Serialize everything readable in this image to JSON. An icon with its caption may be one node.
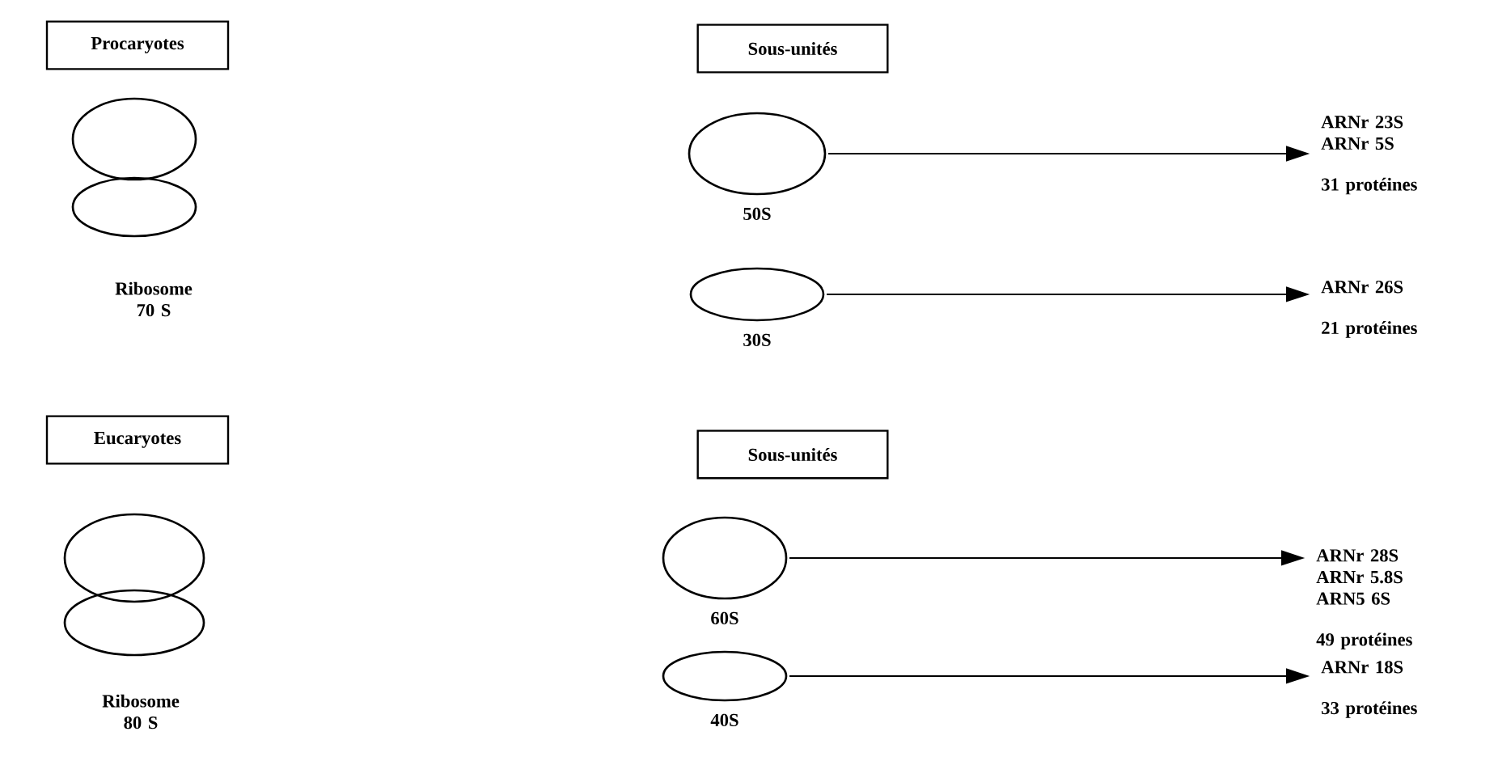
{
  "diagram": {
    "nodes": [
      {
        "text": [
          "Procaryotes"
        ]
      },
      {
        "text": [],
        "shape": "ellipse"
      },
      {
        "text": [],
        "shape": "ellipse"
      },
      {
        "text": [
          "Sous-unités"
        ]
      },
      {
        "text": [],
        "shape": "ellipse",
        "beside": [
          "50S"
        ]
      },
      {
        "text": [],
        "shape": "ellipse",
        "beside": [
          "30S"
        ]
      },
      {
        "text": [
          "ARNr 23S ARNr 5S",
          "31 protéines"
        ]
      },
      {
        "text": [
          "ARNr 26S",
          "21 protéines"
        ]
      },
      {
        "text": [
          "Eucaryotes"
        ]
      },
      {
        "text": [],
        "shape": "ellipse"
      },
      {
        "text": [],
        "shape": "ellipse"
      },
      {
        "text": [
          "Sous-unités"
        ]
      },
      {
        "text": [],
        "shape": "ellipse",
        "beside": [
          "60S"
        ]
      },
      {
        "text": [],
        "shape": "ellipse",
        "beside": [
          "40S"
        ]
      },
      {
        "text": [
          "ARNr 28S ARNr 5.8S ARN5 6S",
          "49 protéines"
        ]
      },
      {
        "text": [
          "ARNr 18S",
          "33 protéines"
        ]
      }
    ],
    "edges": [
      {
        "from": 4,
        "to": 6,
        "arrow": "to"
      },
      {
        "from": 5,
        "to": 7,
        "arrow": "to"
      },
      {
        "from": 12,
        "to": 14,
        "arrow": "to"
      },
      {
        "from": 13,
        "to": 15,
        "arrow": "to"
      }
    ],
    "labels": [
      "Ribosome 70 S",
      "Ribosome 80 S"
    ]
  }
}
